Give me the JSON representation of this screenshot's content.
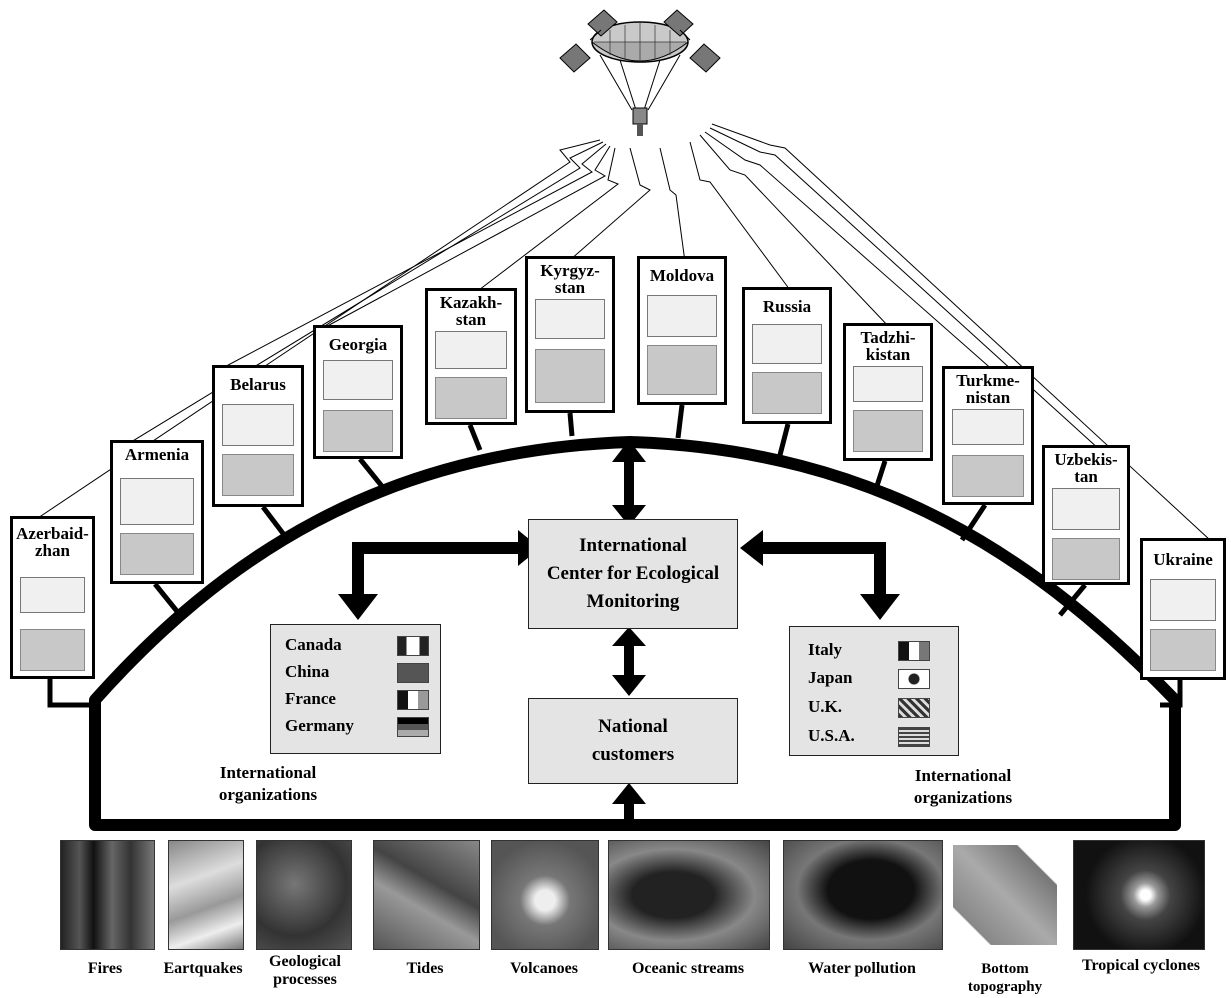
{
  "countries": [
    {
      "name": "Azerbaid-\nzhan"
    },
    {
      "name": "Armenia"
    },
    {
      "name": "Belarus"
    },
    {
      "name": "Georgia"
    },
    {
      "name": "Kazakh-\nstan"
    },
    {
      "name": "Kyrgyz-\nstan"
    },
    {
      "name": "Moldova"
    },
    {
      "name": "Russia"
    },
    {
      "name": "Tadzhi-\nkistan"
    },
    {
      "name": "Turkme-\nnistan"
    },
    {
      "name": "Uzbekis-\ntan"
    },
    {
      "name": "Ukraine"
    }
  ],
  "center": {
    "label": "International\nCenter for Ecological\nMonitoring"
  },
  "customers": {
    "label": "National\ncustomers"
  },
  "left_partners": [
    "Canada",
    "China",
    "France",
    "Germany"
  ],
  "right_partners": [
    "Italy",
    "Japan",
    "U.K.",
    "U.S.A."
  ],
  "org_label_left": "International\norganizations",
  "org_label_right": "International\norganizations",
  "phenomena": [
    {
      "caption": "Fires"
    },
    {
      "caption": "Eartquakes"
    },
    {
      "caption": "Geological\nprocesses"
    },
    {
      "caption": "Tides"
    },
    {
      "caption": "Volcanoes"
    },
    {
      "caption": "Oceanic streams"
    },
    {
      "caption": "Water pollution"
    },
    {
      "caption": "Bottom\ntopography"
    },
    {
      "caption": "Tropical cyclones"
    }
  ],
  "colors": {
    "box_fill": "#e4e4e4",
    "line": "#000000"
  }
}
